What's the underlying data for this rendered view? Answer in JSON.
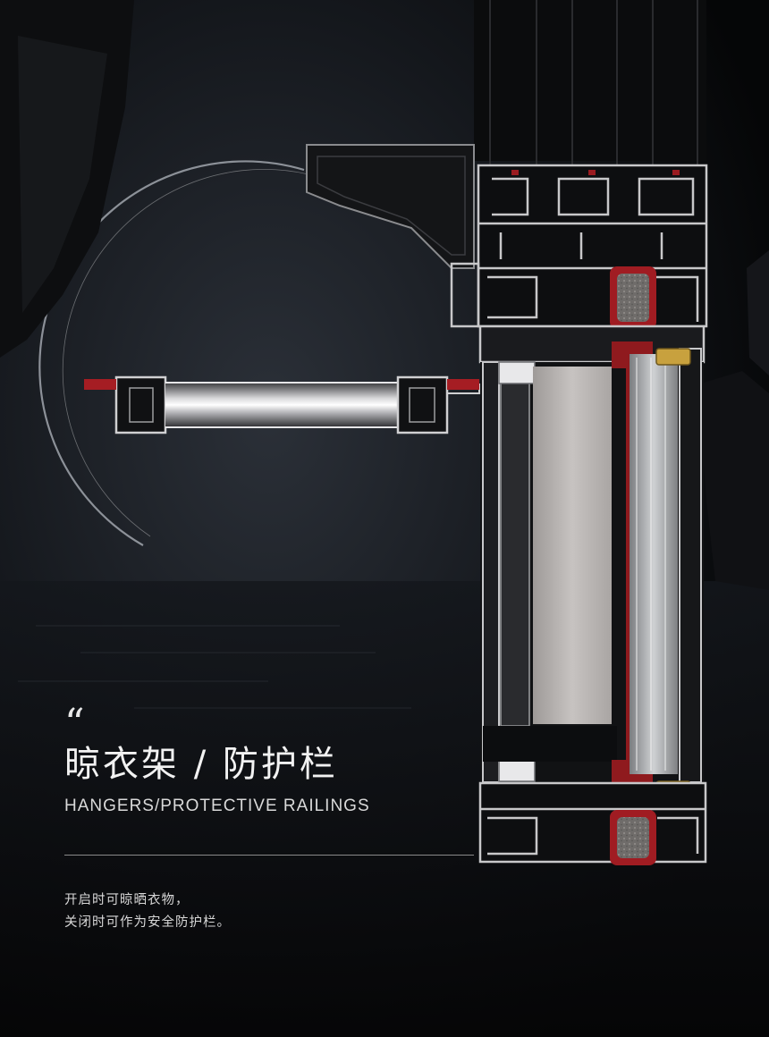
{
  "heading": {
    "quote_mark": "“",
    "title_cn": "晾衣架 / 防护栏",
    "title_en": "HANGERS/PROTECTIVE RAILINGS"
  },
  "description": {
    "line1": "开启时可晾晒衣物，",
    "line2": "关闭时可作为安全防护栏。"
  },
  "colors": {
    "background": "#07080a",
    "accent_red": "#8f1a1e",
    "profile_metal": "#b9b9bb",
    "text": "#f2f2f2"
  }
}
